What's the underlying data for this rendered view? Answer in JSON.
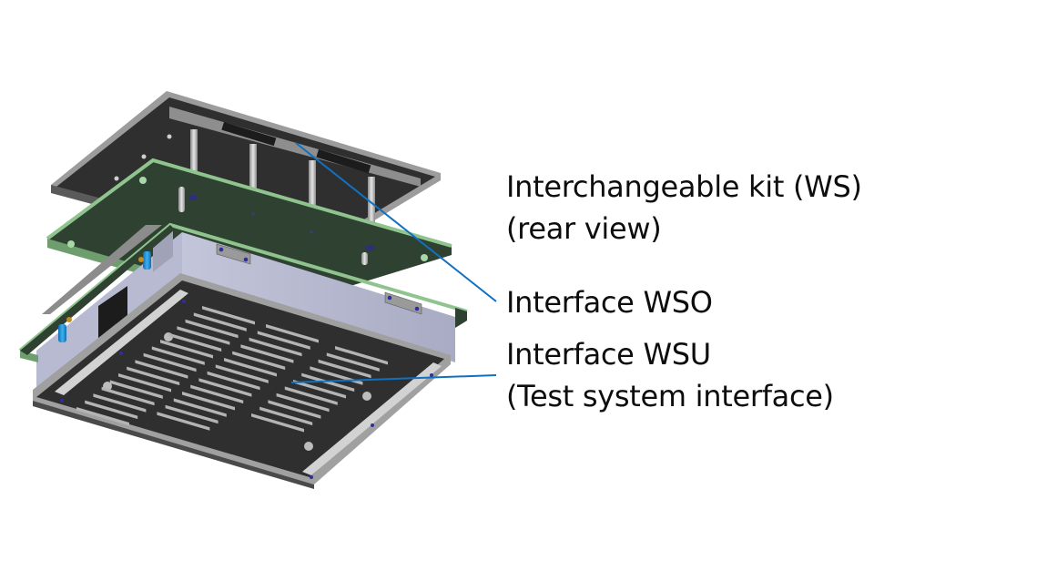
{
  "labels": {
    "interchangeable_kit": {
      "line1": "Interchangeable kit (WS)",
      "line2": "(rear view)"
    },
    "interface_wso": {
      "line1": "Interface WSO"
    },
    "interface_wsu": {
      "line1": "Interface WSU",
      "line2": "(Test system interface)"
    }
  },
  "colors": {
    "leader_line": "#1170c0",
    "plate_dark": "#2e2e2e",
    "plate_edge": "#a8a8a8",
    "pcb_green": "#2f4232",
    "pcb_edge": "#8fc48f",
    "housing": "#b6b8d0",
    "capacitor": "#1e8fd0",
    "text": "#0d0d0d"
  },
  "components": [
    {
      "name": "top-plate",
      "description_icon": "rear-plate"
    },
    {
      "name": "wso-pcb",
      "description_icon": "circuit-board"
    },
    {
      "name": "wsu-pcb",
      "description_icon": "circuit-board"
    },
    {
      "name": "housing",
      "description_icon": "enclosure"
    },
    {
      "name": "base-plate",
      "description_icon": "slotted-plate"
    }
  ]
}
